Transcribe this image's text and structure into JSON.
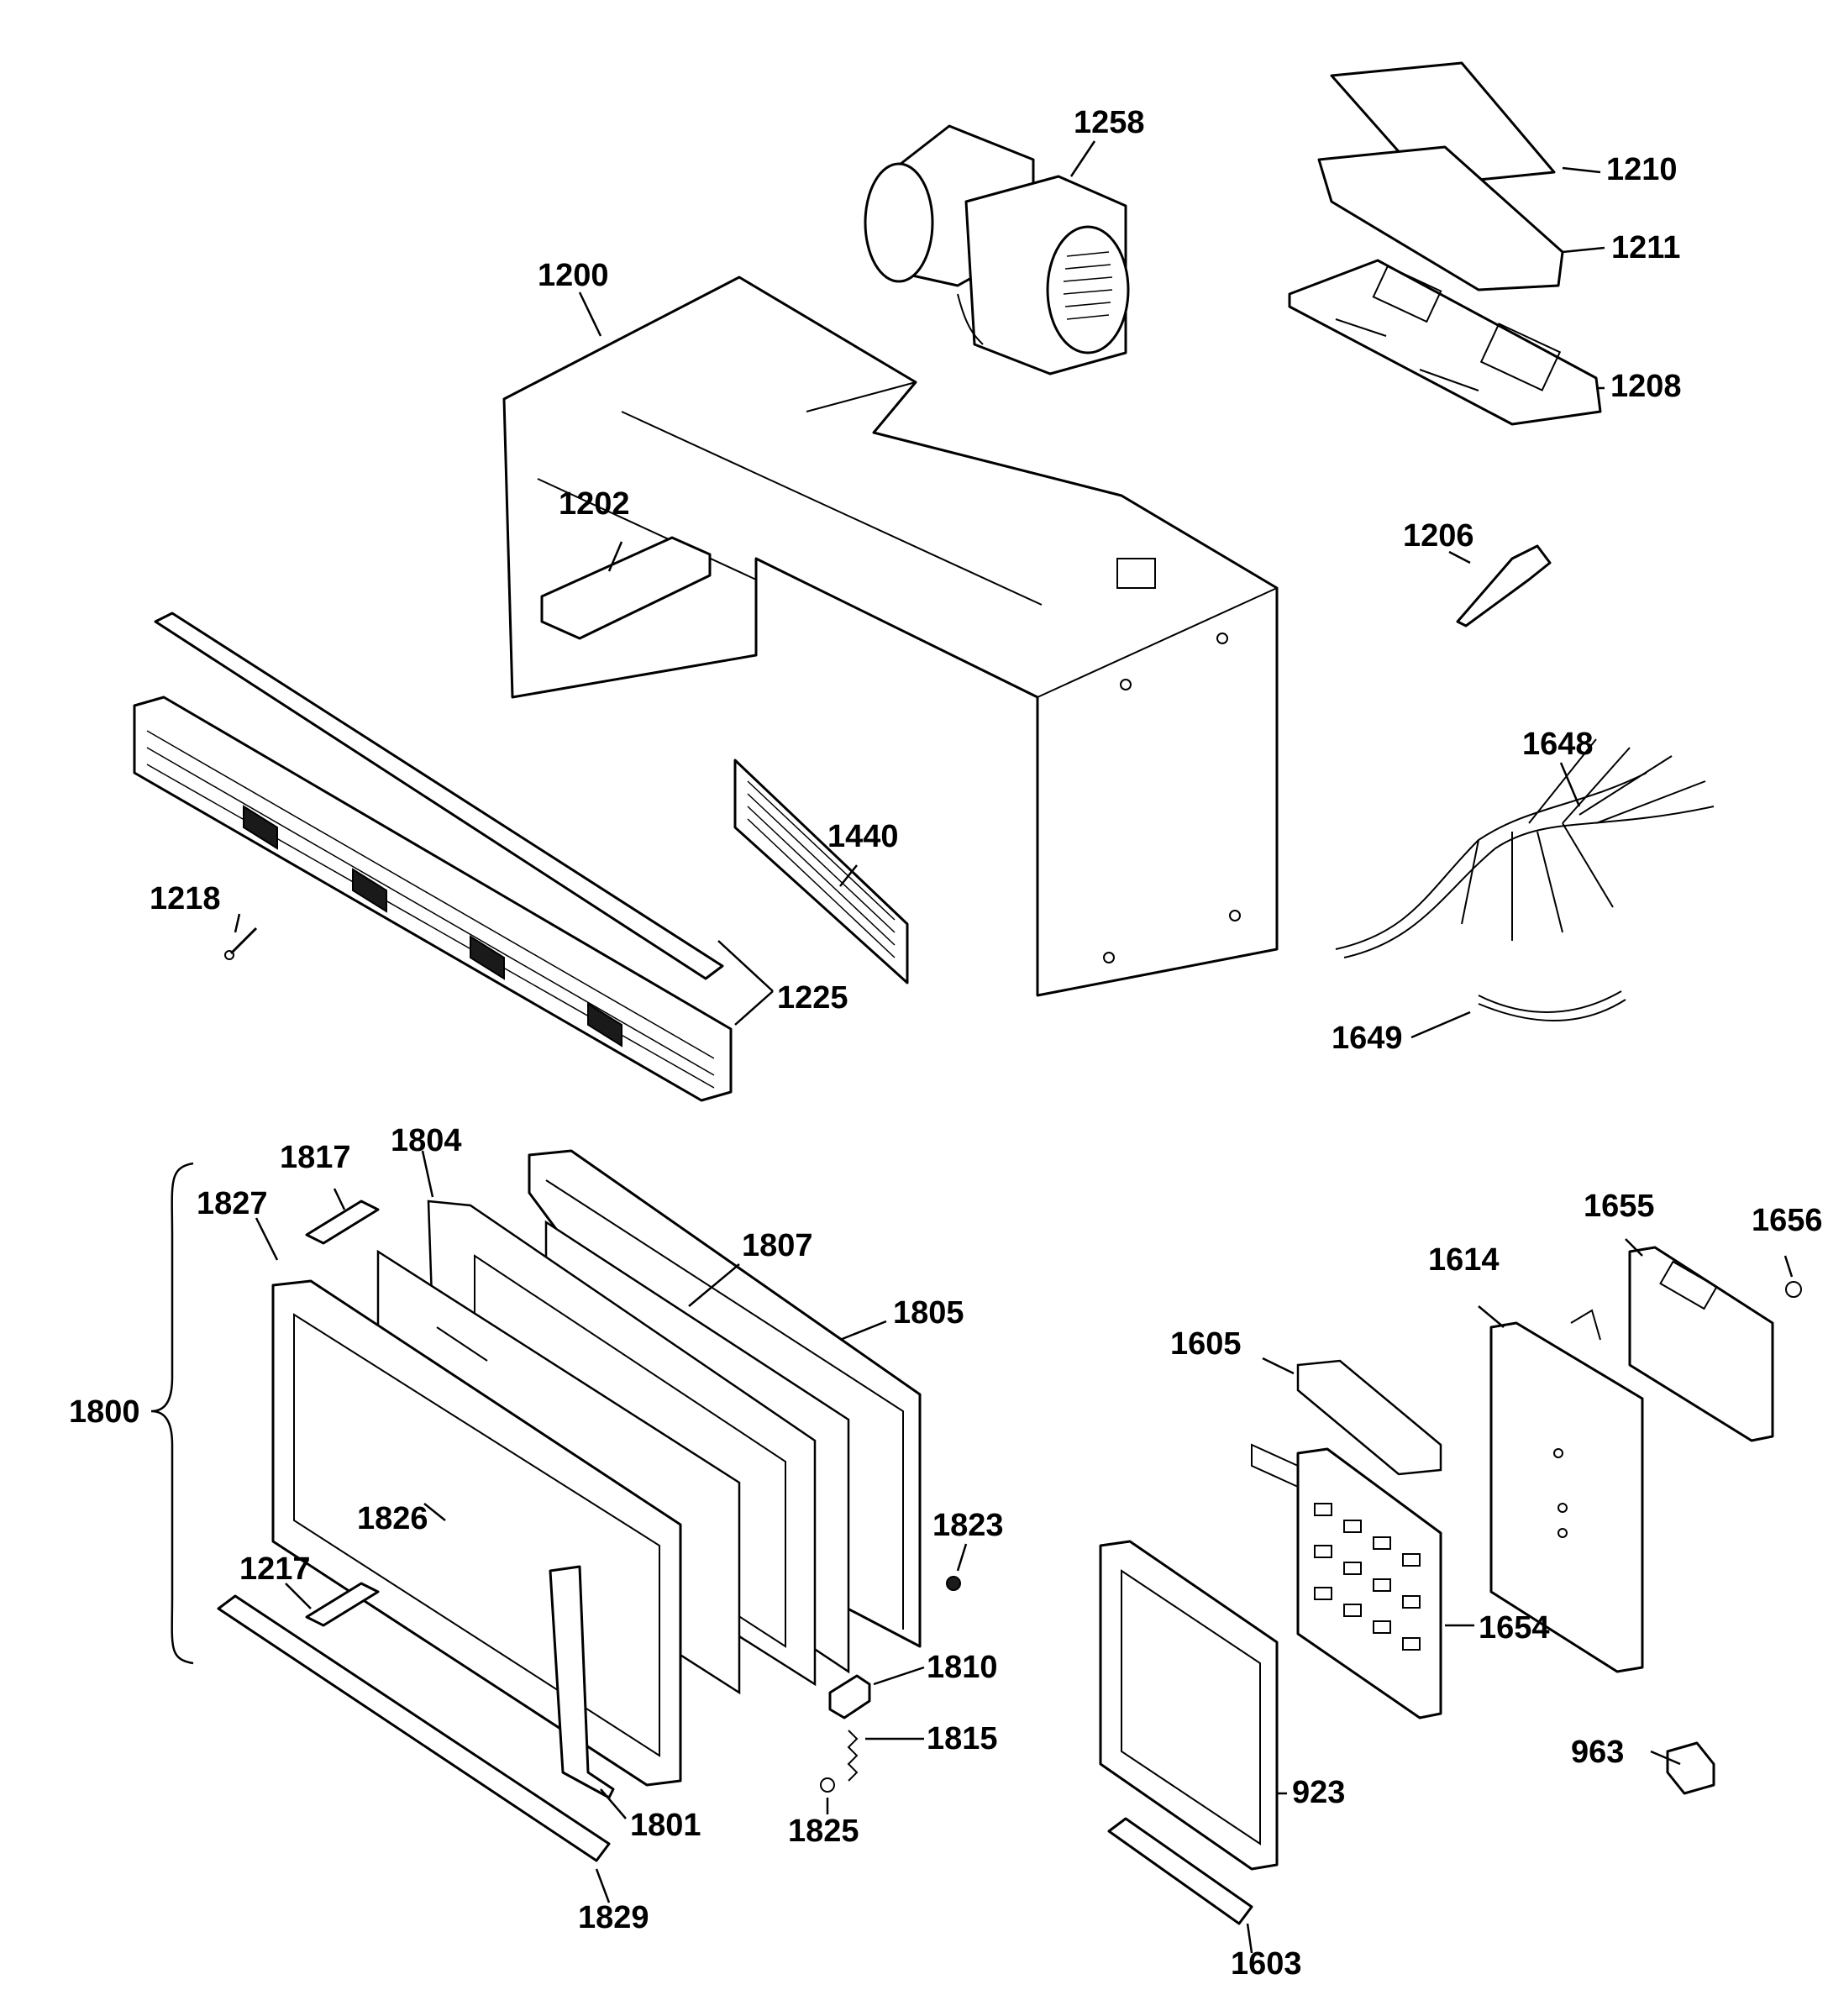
{
  "diagram": {
    "callouts": [
      {
        "id": "1258",
        "label": "1258"
      },
      {
        "id": "1210",
        "label": "1210"
      },
      {
        "id": "1211",
        "label": "1211"
      },
      {
        "id": "1200",
        "label": "1200"
      },
      {
        "id": "1208",
        "label": "1208"
      },
      {
        "id": "1202",
        "label": "1202"
      },
      {
        "id": "1206",
        "label": "1206"
      },
      {
        "id": "1648",
        "label": "1648"
      },
      {
        "id": "1440",
        "label": "1440"
      },
      {
        "id": "1218",
        "label": "1218"
      },
      {
        "id": "1225",
        "label": "1225"
      },
      {
        "id": "1649",
        "label": "1649"
      },
      {
        "id": "1817",
        "label": "1817"
      },
      {
        "id": "1804",
        "label": "1804"
      },
      {
        "id": "1827",
        "label": "1827"
      },
      {
        "id": "1807",
        "label": "1807"
      },
      {
        "id": "1805",
        "label": "1805"
      },
      {
        "id": "1800",
        "label": "1800"
      },
      {
        "id": "1826",
        "label": "1826"
      },
      {
        "id": "1823",
        "label": "1823"
      },
      {
        "id": "1217",
        "label": "1217"
      },
      {
        "id": "1810",
        "label": "1810"
      },
      {
        "id": "1815",
        "label": "1815"
      },
      {
        "id": "1825",
        "label": "1825"
      },
      {
        "id": "1801",
        "label": "1801"
      },
      {
        "id": "1829",
        "label": "1829"
      },
      {
        "id": "1655",
        "label": "1655"
      },
      {
        "id": "1656",
        "label": "1656"
      },
      {
        "id": "1614",
        "label": "1614"
      },
      {
        "id": "1605",
        "label": "1605"
      },
      {
        "id": "1654",
        "label": "1654"
      },
      {
        "id": "923",
        "label": "923"
      },
      {
        "id": "963",
        "label": "963"
      },
      {
        "id": "1603",
        "label": "1603"
      }
    ]
  }
}
